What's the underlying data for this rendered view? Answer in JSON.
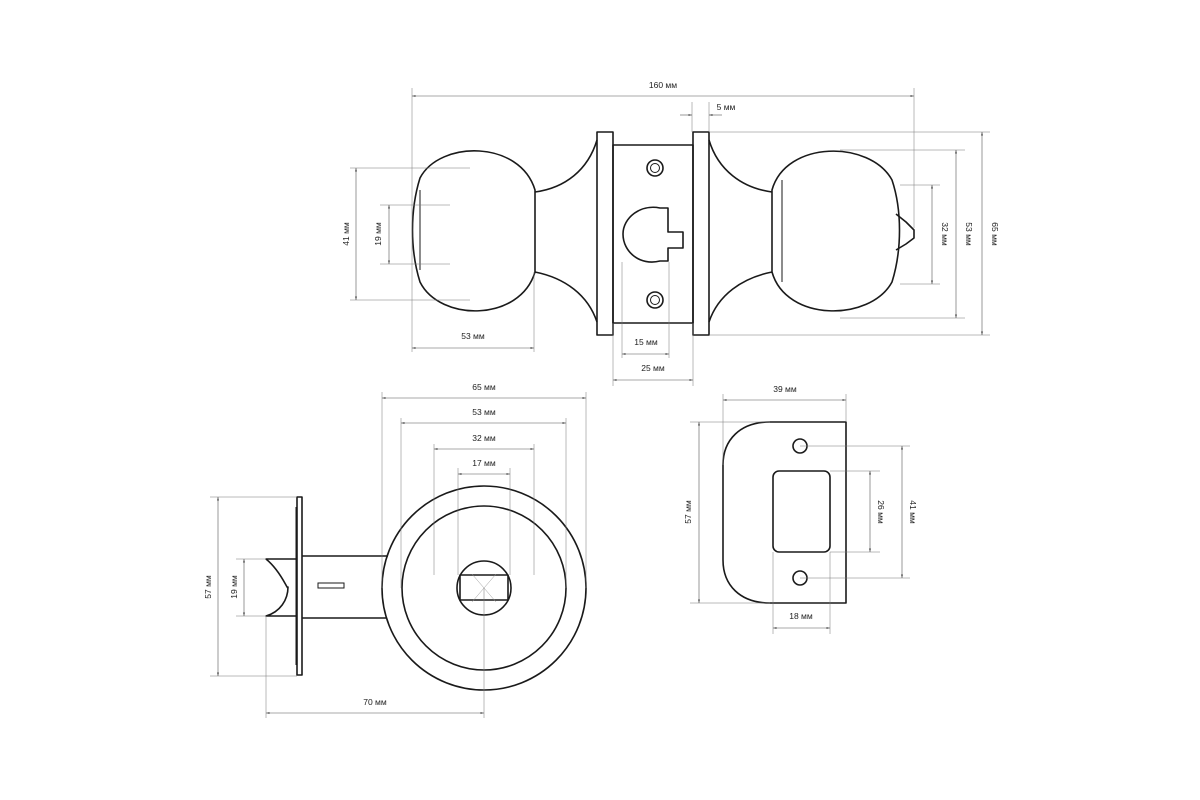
{
  "colors": {
    "line": "#1a1a1a",
    "dimension": "#555555",
    "background": "#ffffff"
  },
  "top_view": {
    "overall_length": "160 мм",
    "rose_thickness": "5 мм",
    "knob_diameter_outer": "41 мм",
    "knob_neck": "19 мм",
    "knob_length": "53 мм",
    "cylinder_inner": "15 мм",
    "cylinder_outer": "25 мм",
    "button_size": "32 мм",
    "knob_height": "53 мм",
    "rose_height": "65 мм"
  },
  "front_view": {
    "rose_diameter": "65 мм",
    "knob_diameter": "53 мм",
    "inner_ring": "32 мм",
    "slot_width": "17 мм",
    "plate_height": "57 мм",
    "latch_height": "19 мм",
    "backset": "70 мм"
  },
  "strike_plate": {
    "width": "39 мм",
    "height": "57 мм",
    "opening_height": "26 мм",
    "hole_spacing": "41 мм",
    "opening_width": "18 мм"
  }
}
